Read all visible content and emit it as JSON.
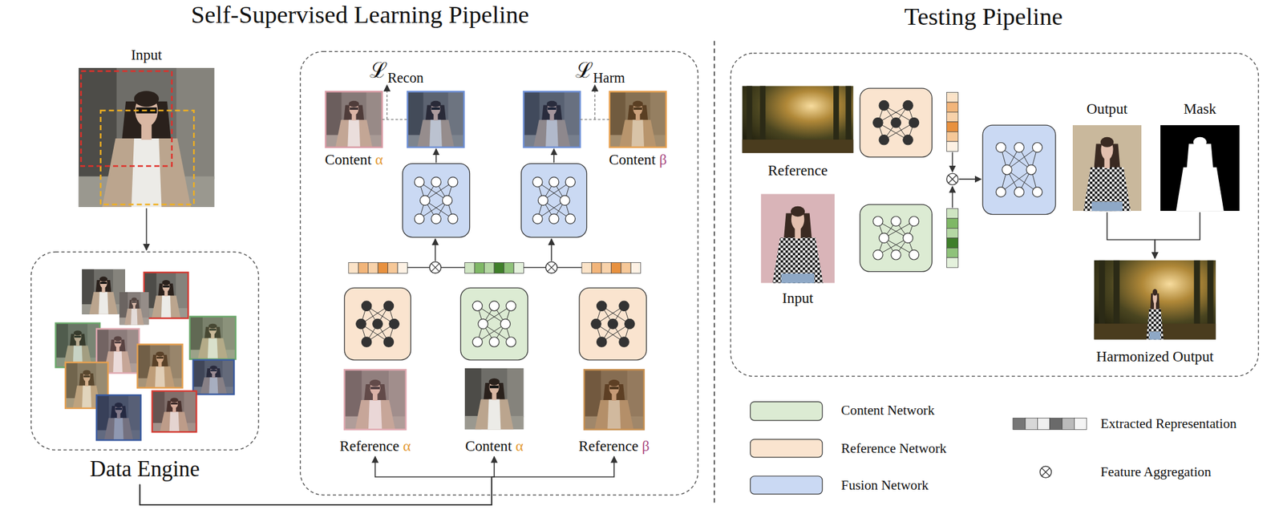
{
  "diagram": {
    "nodes": [
      {
        "text": [
          "Input"
        ]
      },
      {
        "text": [
          "Data Engine"
        ]
      },
      {
        "text": [
          "Content α"
        ]
      },
      {
        "text": [
          "Content β"
        ]
      },
      {
        "text": [
          "Reference α"
        ]
      },
      {
        "text": [
          "Content α"
        ]
      },
      {
        "text": [
          "Reference β"
        ]
      },
      {
        "text": [
          "Reference"
        ]
      },
      {
        "text": [
          "Input"
        ]
      },
      {
        "text": [
          "Output"
        ]
      },
      {
        "text": [
          "Mask"
        ]
      },
      {
        "text": [
          "Harmonized Output"
        ]
      }
    ],
    "edges": [
      {
        "from": 0,
        "to": 1,
        "arrow": "to"
      },
      {
        "from": 1,
        "to": 4,
        "arrow": "to"
      },
      {
        "from": 1,
        "to": 5,
        "arrow": "to"
      },
      {
        "from": 1,
        "to": 6,
        "arrow": "to"
      },
      {
        "from": 9,
        "to": 11,
        "arrow": "to"
      },
      {
        "from": 10,
        "to": 11,
        "arrow": "to"
      }
    ],
    "labels": [
      "Self-Supervised Learning Pipeline",
      "Testing Pipeline",
      "ℒRecon",
      "ℒHarm"
    ],
    "legend": [
      {
        "text": "Content Network",
        "color": "#dcebd3"
      },
      {
        "text": "Reference Network",
        "color": "#fae4cf"
      },
      {
        "text": "Fusion Network",
        "color": "#cad9f3"
      },
      {
        "text": "Extracted Representation"
      },
      {
        "text": "Feature Aggregation"
      }
    ]
  }
}
